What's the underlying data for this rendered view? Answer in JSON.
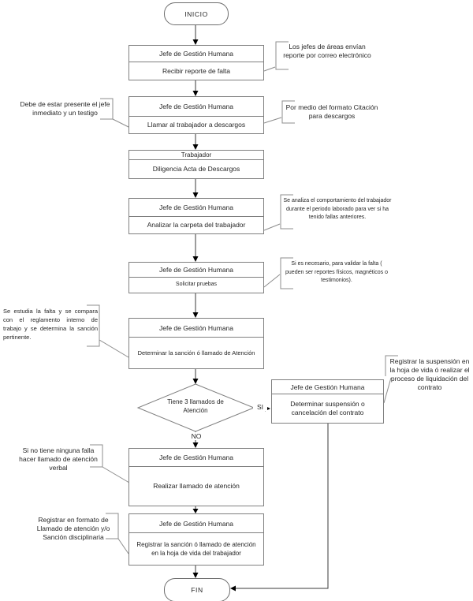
{
  "colors": {
    "background": "#ffffff",
    "box_border": "#7f7f7f",
    "flow_line": "#3a3a3a",
    "arrow_fill": "#000000",
    "note_line": "#8c8c8c",
    "text": "#262626"
  },
  "terminals": {
    "start": "INICIO",
    "end": "FIN"
  },
  "decision": {
    "question": "Tiene 3 llamados de Atención",
    "yes_label": "SI",
    "no_label": "NO"
  },
  "boxes": {
    "recibir": {
      "header": "Jefe de Gestión Humana",
      "body": "Recibir reporte de falta"
    },
    "llamar": {
      "header": "Jefe de Gestión Humana",
      "body": "Llamar al trabajador a descargos"
    },
    "diligencia": {
      "header": "Trabajador",
      "body": "Diligencia Acta de Descargos"
    },
    "analizar": {
      "header": "Jefe de Gestión Humana",
      "body": "Analizar la carpeta del trabajador"
    },
    "solicitar": {
      "header": "Jefe de Gestión Humana",
      "body": "Solicitar pruebas"
    },
    "sancion": {
      "header": "Jefe de Gestión Humana",
      "body": "Determinar la sanción ó llamado de Atención"
    },
    "suspension": {
      "header": "Jefe de Gestión Humana",
      "body": "Determinar suspensión o cancelación del contrato"
    },
    "realizar": {
      "header": "Jefe de Gestión Humana",
      "body": "Realizar llamado de atención"
    },
    "registrar": {
      "header": "Jefe de Gestión Humana",
      "body": "Registrar la sanción ó llamado de atención en la hoja de vida del trabajador"
    }
  },
  "notes": {
    "correo": "Los jefes de áreas envían reporte por correo electrónico",
    "testigo": "Debe de estar presente el jefe inmediato y un testigo",
    "citacion": "Por medio del formato Citación para descargos",
    "comportamiento": "Se analiza el comportamiento del trabajador durante el periodo laborado para ver si ha tenido fallas anteriores.",
    "pruebas": "Si es necesario,  para validar la falta ( pueden ser reportes físicos, magnéticos o testimonios).",
    "reglamento": "Se estudia la falta y se compara con el reglamento interno de trabajo y se determina la sanción pertinente.",
    "hoja_vida": "Registrar la suspensión en la hoja de vida ó realizar el proceso de liquidación del contrato",
    "verbal": "Si no tiene ninguna falla hacer llamado de atención verbal",
    "formato": "Registrar en formato de Llamado de atención y/o Sanción disciplinaria"
  }
}
